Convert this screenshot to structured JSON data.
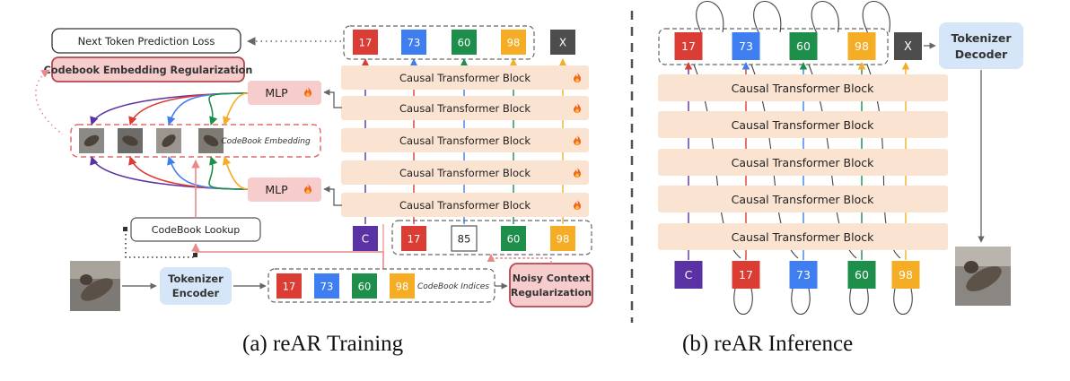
{
  "tokens": [
    "17",
    "73",
    "60",
    "98"
  ],
  "noisy_tokens": [
    "17",
    "85",
    "60",
    "98"
  ],
  "condition_token": "C",
  "end_token": "X",
  "colors": {
    "red": "#db3c34",
    "blue": "#3f7ef0",
    "green": "#1e8f4a",
    "yellow": "#f4ad24",
    "purple": "#5a32a3",
    "dark": "#4d4d4d",
    "block_fill": "#fbe3d2",
    "pink_fill": "#f6cccc",
    "light_blue": "#d4e6f7",
    "pink_border": "#b3474d"
  },
  "training": {
    "loss_label": "Next Token Prediction Loss",
    "reg_label": "Codebook Embedding Regularization",
    "block_label": "Causal Transformer Block",
    "fire_icon": "fire-icon",
    "mlp_label": "MLP",
    "codebook_embedding_label": "CodeBook Embedding",
    "lookup_label": "CodeBook Lookup",
    "encoder_label": "Tokenizer Encoder",
    "indices_label": "CodeBook Indices",
    "noisy_label": "Noisy Context Regularization",
    "caption": "(a) reAR Training"
  },
  "inference": {
    "block_label": "Causal Transformer Block",
    "decoder_label": "Tokenizer Decoder",
    "caption": "(b) reAR Inference"
  }
}
